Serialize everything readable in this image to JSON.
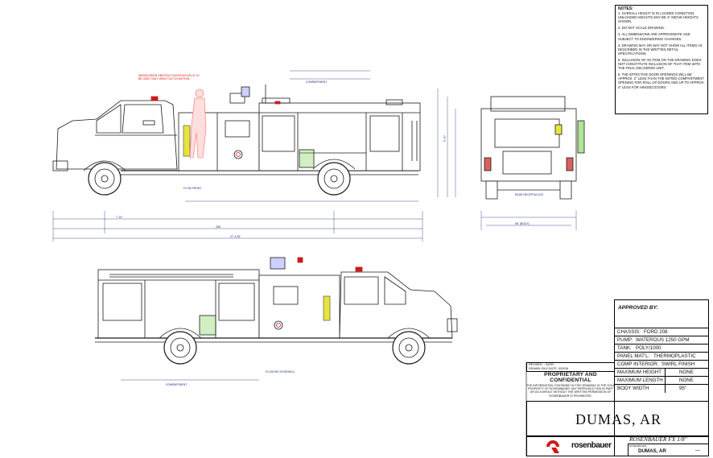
{
  "notes": {
    "heading": "NOTES:",
    "items": [
      "1. OVERALL HEIGHT IS IN LOADED CONDITION. UNLOADED HEIGHTS MAY BE 4\" ABOVE HEIGHTS SHOWN.",
      "2. DO NOT SCALE DRAWING.",
      "3. ALL DIMENSIONS ARE APPROXIMATE AND SUBJECT TO ENGINEERING CHANGES.",
      "4. DRAWING MAY OR MAY NOT SHOW ALL ITEMS AS DESCRIBED IN THE WRITTEN DETAIL SPECIFICATIONS.",
      "5. INCLUSION OF AN ITEM ON THE DRAWING DOES NOT CONSTITUTE INCLUSION OF THAT ITEM WITH THE FINAL DELIVERED UNIT.",
      "6. THE EFFECTIVE DOOR OPENINGS WILL BE APPROX. 2\" LESS THAN THE NOTED COMPARTMENT OPENING FOR ROLL UP DOORS AND UP TO APPROX. 4\" LESS FOR HINGED DOORS"
    ]
  },
  "title_block": {
    "approved_label": "APPROVED BY:",
    "specs": [
      {
        "label": "CHASSIS:",
        "value": "FORD 208"
      },
      {
        "label": "PUMP:",
        "value": "WATEROUS 1250 GPM"
      },
      {
        "label": "TANK:",
        "value": "POLY/1000"
      },
      {
        "label": "PANEL MAT'L:",
        "value": "THERMOPLASTIC"
      },
      {
        "label": "COMP INTERIOR:",
        "value": "SWIRL FINISH"
      },
      {
        "label": "MAXIMUM HEIGHT",
        "value": "NONE"
      },
      {
        "label": "MAXIMUM LENGTH",
        "value": "NONE"
      },
      {
        "label": "BODY WIDTH",
        "value": "95\""
      }
    ],
    "revision_line1": "REVISED: -      DATE: -",
    "revision_line2": "DRAWN: BHJ   DATE: 3/03/16",
    "proprietary_title": "PROPRIETARY AND CONFIDENTIAL",
    "proprietary_text": "THE INFORMATION CONTAINED IN THIS DRAWING IS THE SOLE PROPERTY OF ROSENBAUER. ANY REPRODUCTION IN PART OR AS A WHOLE WITHOUT THE WRITTEN PERMISSION OF ROSENBAUER IS PROHIBITED.",
    "city": "DUMAS, AR",
    "model": "ROSENBAUER FX 1/8\"",
    "customer_label": "ROSENBAUER",
    "customer": "DUMAS, AR",
    "sheet_mark": "—",
    "logo_text": "rosenbauer"
  },
  "annotations": {
    "red_note": "WINDSCREEN OBSTRUCTION/POSITION IS TO BE USED ONLY WHILE NOT IN MOTION",
    "dim_overall": "27'-4.25\"",
    "dim_wheelbase": "208",
    "dim_front": "7'-10\"",
    "dim_height": "9'-10\"",
    "width_label": "95\" (BODY)",
    "tank_label": "FLOW FRONT",
    "compartment_label": "COMPARTMENT",
    "compartment_label_2": "COMPARTMENT",
    "rear_label": "REAR RECEPTACLES",
    "hard_suction": "FLOATING HOSEWELL"
  },
  "colors": {
    "line": "#1b1b1b",
    "dim": "#1a2a7a",
    "beacon_red": "#cc1a1a",
    "scene_yellow": "#e9e43a",
    "green_light": "#7bd24f",
    "firefighter": "#ff8a8a"
  }
}
